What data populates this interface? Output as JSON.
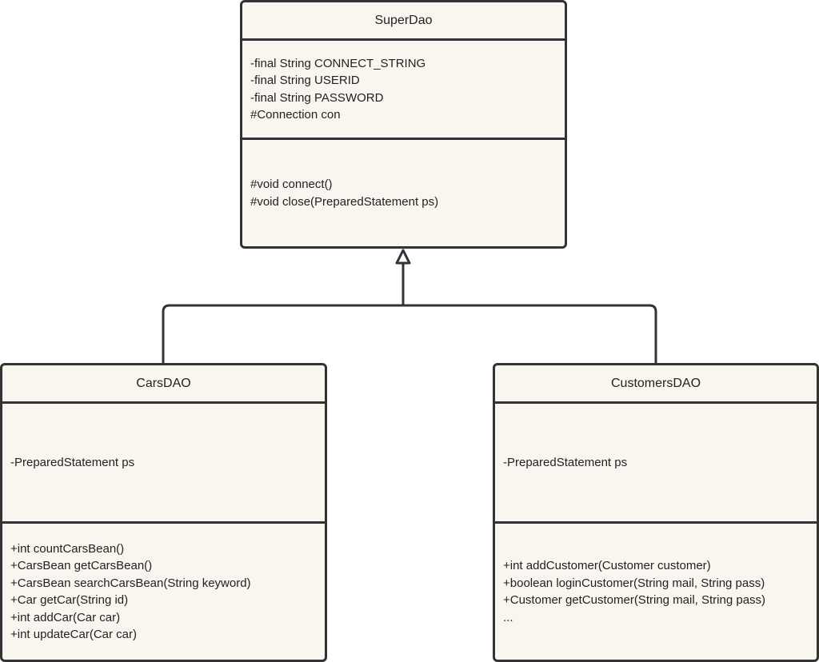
{
  "colors": {
    "box_fill": "#f9f6f0",
    "stroke": "#333333",
    "text": "#222222",
    "background": "#ffffff"
  },
  "classes": {
    "superdao": {
      "name": "SuperDao",
      "attributes": [
        "-final String CONNECT_STRING",
        "-final String USERID",
        "-final String PASSWORD",
        "#Connection con"
      ],
      "methods": [
        "#void connect()",
        "#void close(PreparedStatement ps)"
      ]
    },
    "carsdao": {
      "name": "CarsDAO",
      "attributes": [
        "-PreparedStatement ps"
      ],
      "methods": [
        "+int countCarsBean()",
        "+CarsBean getCarsBean()",
        "+CarsBean searchCarsBean(String keyword)",
        "+Car getCar(String id)",
        "+int addCar(Car car)",
        "+int updateCar(Car car)"
      ]
    },
    "customersdao": {
      "name": "CustomersDAO",
      "attributes": [
        "-PreparedStatement ps"
      ],
      "methods": [
        "+int addCustomer(Customer customer)",
        "+boolean loginCustomer(String mail, String pass)",
        "+Customer getCustomer(String mail, String pass)",
        "..."
      ]
    }
  }
}
